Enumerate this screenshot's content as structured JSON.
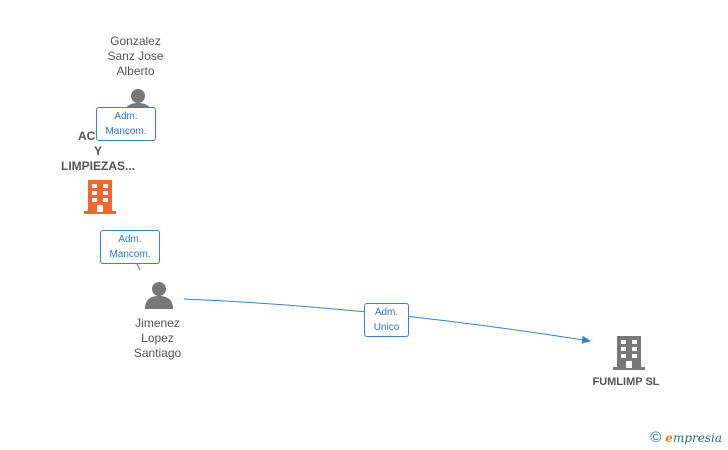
{
  "nodes": {
    "gonzalez": {
      "name": "Gonzalez\nSanz Jose\nAlberto",
      "type": "person"
    },
    "acom": {
      "name": "ACOMI\nY\nLIMPIEZAS...",
      "type": "company",
      "highlight": true
    },
    "jimenez": {
      "name": "Jimenez\nLopez\nSantiago",
      "type": "person"
    },
    "fumlimp": {
      "name": "FUMLIMP  SL",
      "type": "company"
    }
  },
  "edges": {
    "gonzalez_acom": {
      "label": "Adm.\nMancom."
    },
    "jimenez_acom": {
      "label": "Adm.\nMancom."
    },
    "jimenez_fumlimp": {
      "label": "Adm.\nUnico"
    }
  },
  "colors": {
    "accent_company": "#f26534",
    "company_gray": "#777777",
    "person_gray": "#777777",
    "edge_blue": "#3a7fd1"
  },
  "watermark": {
    "symbol": "©",
    "brand_first": "e",
    "brand_rest": "mpresia"
  }
}
